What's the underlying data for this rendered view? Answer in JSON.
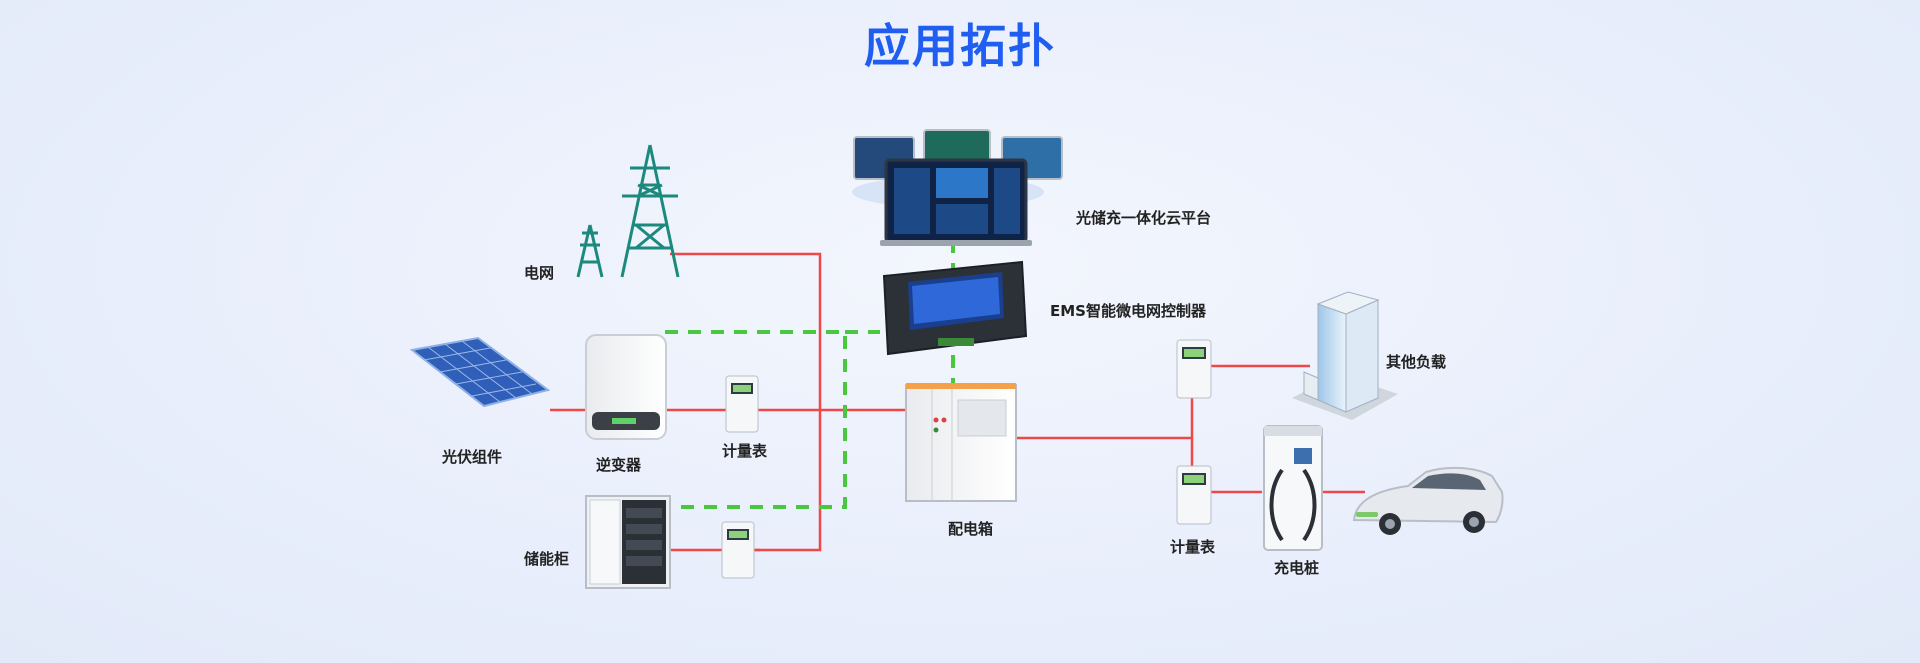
{
  "title": "应用拓扑",
  "colors": {
    "title": "#1f5ef0",
    "power_line": "#f04848",
    "comm_line": "#49c73e",
    "background": "#e8eefb"
  },
  "nodes": {
    "grid": "电网",
    "pv": "光伏组件",
    "inverter": "逆变器",
    "meter_pv": "计量表",
    "storage": "储能柜",
    "distribution_box": "配电箱",
    "ems": "EMS智能微电网控制器",
    "cloud": "光储充一体化云平台",
    "other_load": "其他负载",
    "meter_right": "计量表",
    "charger": "充电桩"
  }
}
